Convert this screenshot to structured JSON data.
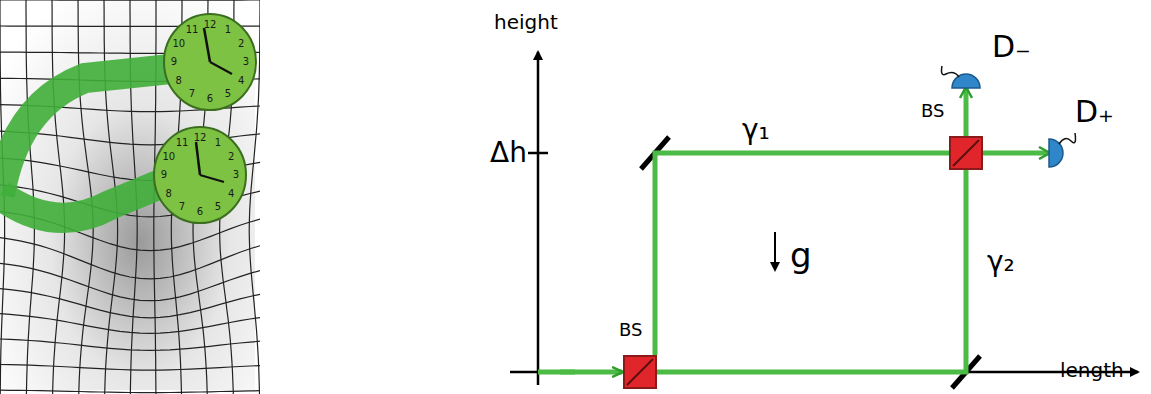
{
  "diagram": {
    "nodes": [
      {
        "text": [
          "BS"
        ]
      },
      {
        "text": [
          "BS"
        ]
      },
      {
        "text": [
          "D₋"
        ]
      },
      {
        "text": [
          "D₊"
        ]
      }
    ],
    "edges": [
      {
        "from": 0,
        "to": 1,
        "label": "γ₁",
        "arrow": "none"
      },
      {
        "from": 0,
        "to": 1,
        "label": "γ₂",
        "arrow": "none"
      },
      {
        "from": 1,
        "to": 2,
        "arrow": "to"
      },
      {
        "from": 1,
        "to": 3,
        "arrow": "to"
      }
    ],
    "labels": [
      "height",
      "length",
      "Δh",
      "g",
      "12",
      "1",
      "2",
      "3",
      "4",
      "5",
      "6",
      "7",
      "8",
      "9",
      "10",
      "11",
      "12",
      "1",
      "2",
      "3",
      "4",
      "5",
      "6",
      "7",
      "8",
      "9",
      "10",
      "11"
    ]
  }
}
